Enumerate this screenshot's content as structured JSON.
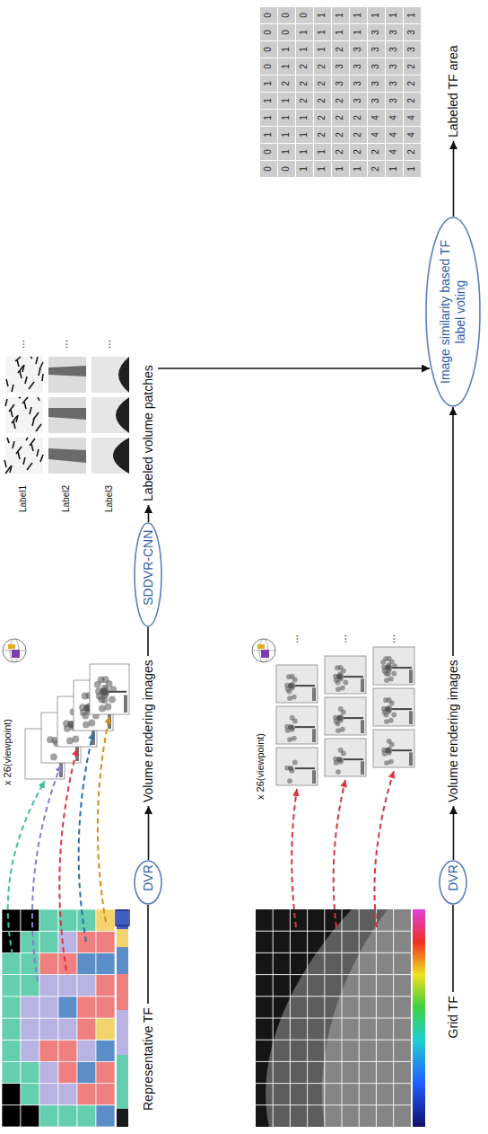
{
  "diagram": {
    "nodes": [
      {
        "text": [
          "Representative TF"
        ]
      },
      {
        "text": [
          "DVR"
        ]
      },
      {
        "text": [
          "Volume rendering images"
        ]
      },
      {
        "text": [
          "SDDVR-CNN"
        ]
      },
      {
        "text": [
          "Labeled volume patches"
        ]
      },
      {
        "text": [
          "Grid TF"
        ]
      },
      {
        "text": [
          "DVR"
        ]
      },
      {
        "text": [
          "Volume rendering images"
        ]
      },
      {
        "text": [
          "Image similarity based TF label voting"
        ]
      },
      {
        "text": [
          "Labeled TF area"
        ]
      }
    ],
    "edges": [
      {
        "from": 0,
        "to": 1,
        "arrow": "none"
      },
      {
        "from": 1,
        "to": 2,
        "arrow": "to"
      },
      {
        "from": 2,
        "to": 3,
        "arrow": "none"
      },
      {
        "from": 3,
        "to": 4,
        "arrow": "to"
      },
      {
        "from": 4,
        "to": 8,
        "arrow": "to"
      },
      {
        "from": 5,
        "to": 6,
        "arrow": "none"
      },
      {
        "from": 6,
        "to": 7,
        "arrow": "to"
      },
      {
        "from": 7,
        "to": 8,
        "arrow": "to"
      },
      {
        "from": 8,
        "to": 9,
        "arrow": "to"
      }
    ],
    "labels": [
      "x 26(viewpoint)",
      "x 26(viewpoint)",
      "Label1",
      "Label2",
      "Label3",
      "...",
      "...",
      "...",
      "...",
      "...",
      "...",
      "0",
      "0",
      "1",
      "1",
      "1",
      "1",
      "0",
      "0",
      "0",
      "0",
      "0",
      "1",
      "1",
      "1",
      "1",
      "2",
      "1",
      "1",
      "0",
      "0",
      "1",
      "1",
      "1",
      "1",
      "2",
      "2",
      "2",
      "1",
      "1",
      "0",
      "1",
      "1",
      "2",
      "2",
      "2",
      "2",
      "2",
      "1",
      "1",
      "1",
      "1",
      "2",
      "2",
      "2",
      "2",
      "3",
      "3",
      "2",
      "1",
      "1",
      "1",
      "2",
      "2",
      "2",
      "3",
      "3",
      "3",
      "3",
      "1",
      "1",
      "2",
      "2",
      "4",
      "4",
      "3",
      "3",
      "3",
      "3",
      "3",
      "1",
      "1",
      "4",
      "4",
      "4",
      "3",
      "3",
      "3",
      "3",
      "3",
      "1",
      "1",
      "2",
      "4",
      "4",
      "2",
      "2",
      "2",
      "3",
      "3",
      "1"
    ]
  }
}
